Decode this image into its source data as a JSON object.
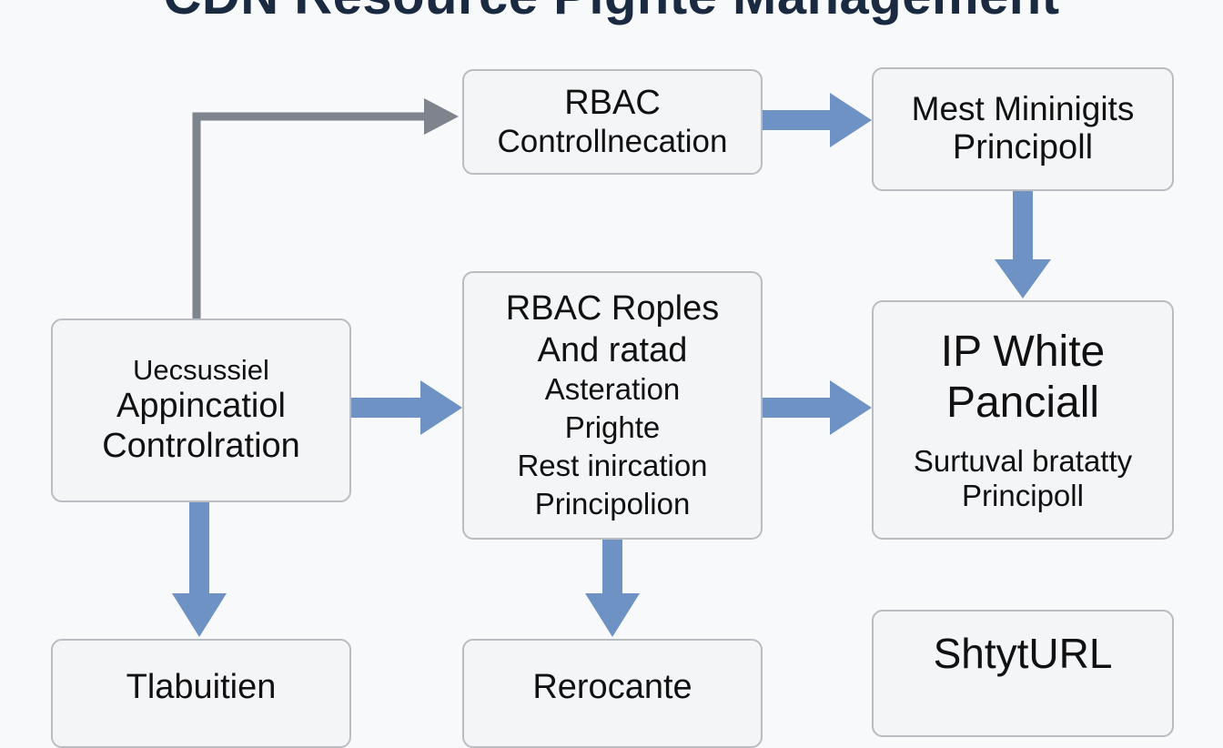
{
  "title": "CDN Resource Pighte Management",
  "boxes": {
    "left_main": [
      "Uecsussiel",
      "Appincatiol",
      "Controlration"
    ],
    "rbac_control": [
      "RBAC",
      "Controllnecation"
    ],
    "rbac_roles": [
      "RBAC Roples",
      "And ratad",
      "Asteration",
      "Prighte",
      "Rest inircation",
      "Principolion"
    ],
    "mest_minimigits": [
      "Mest Mininigits",
      "Principoll"
    ],
    "ip_white": [
      "IP White",
      "Panciall",
      "Surtuval bratatty",
      "Principoll"
    ],
    "bottom_left": [
      "Tlabuitien"
    ],
    "bottom_center": [
      "Rerocante"
    ],
    "shtyturl": [
      "ShtytURL"
    ]
  },
  "colors": {
    "arrow_blue": "#6f92c5",
    "arrow_gray": "#7d848d",
    "box_border": "#b9bcc1",
    "box_fill": "#f4f5f7",
    "title": "#1a2a40"
  }
}
